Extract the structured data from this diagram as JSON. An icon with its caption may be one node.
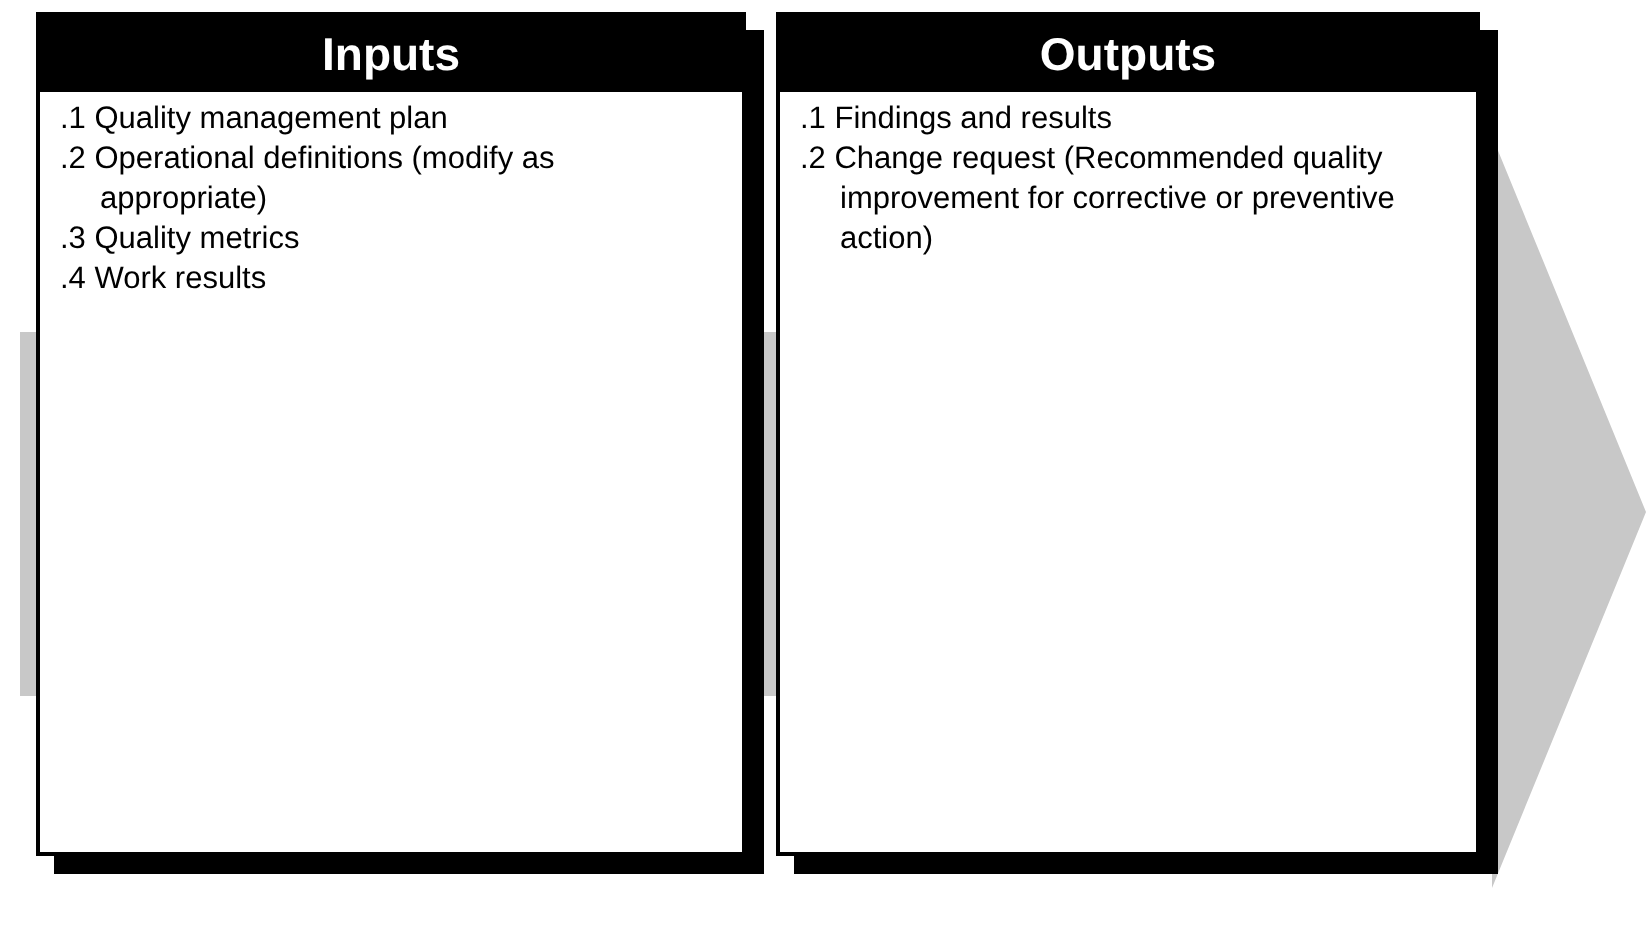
{
  "diagram": {
    "nodes": [
      {
        "text": [
          "Inputs",
          ".1 Quality management plan",
          ".2 Operational definitions (modify as appropriate)",
          ".3 Quality metrics",
          ".4 Work results"
        ]
      },
      {
        "text": [
          "Outputs",
          ".1 Findings and results",
          ".2 Change request (Recommended quality improvement for corrective or preventive action)"
        ]
      }
    ]
  }
}
